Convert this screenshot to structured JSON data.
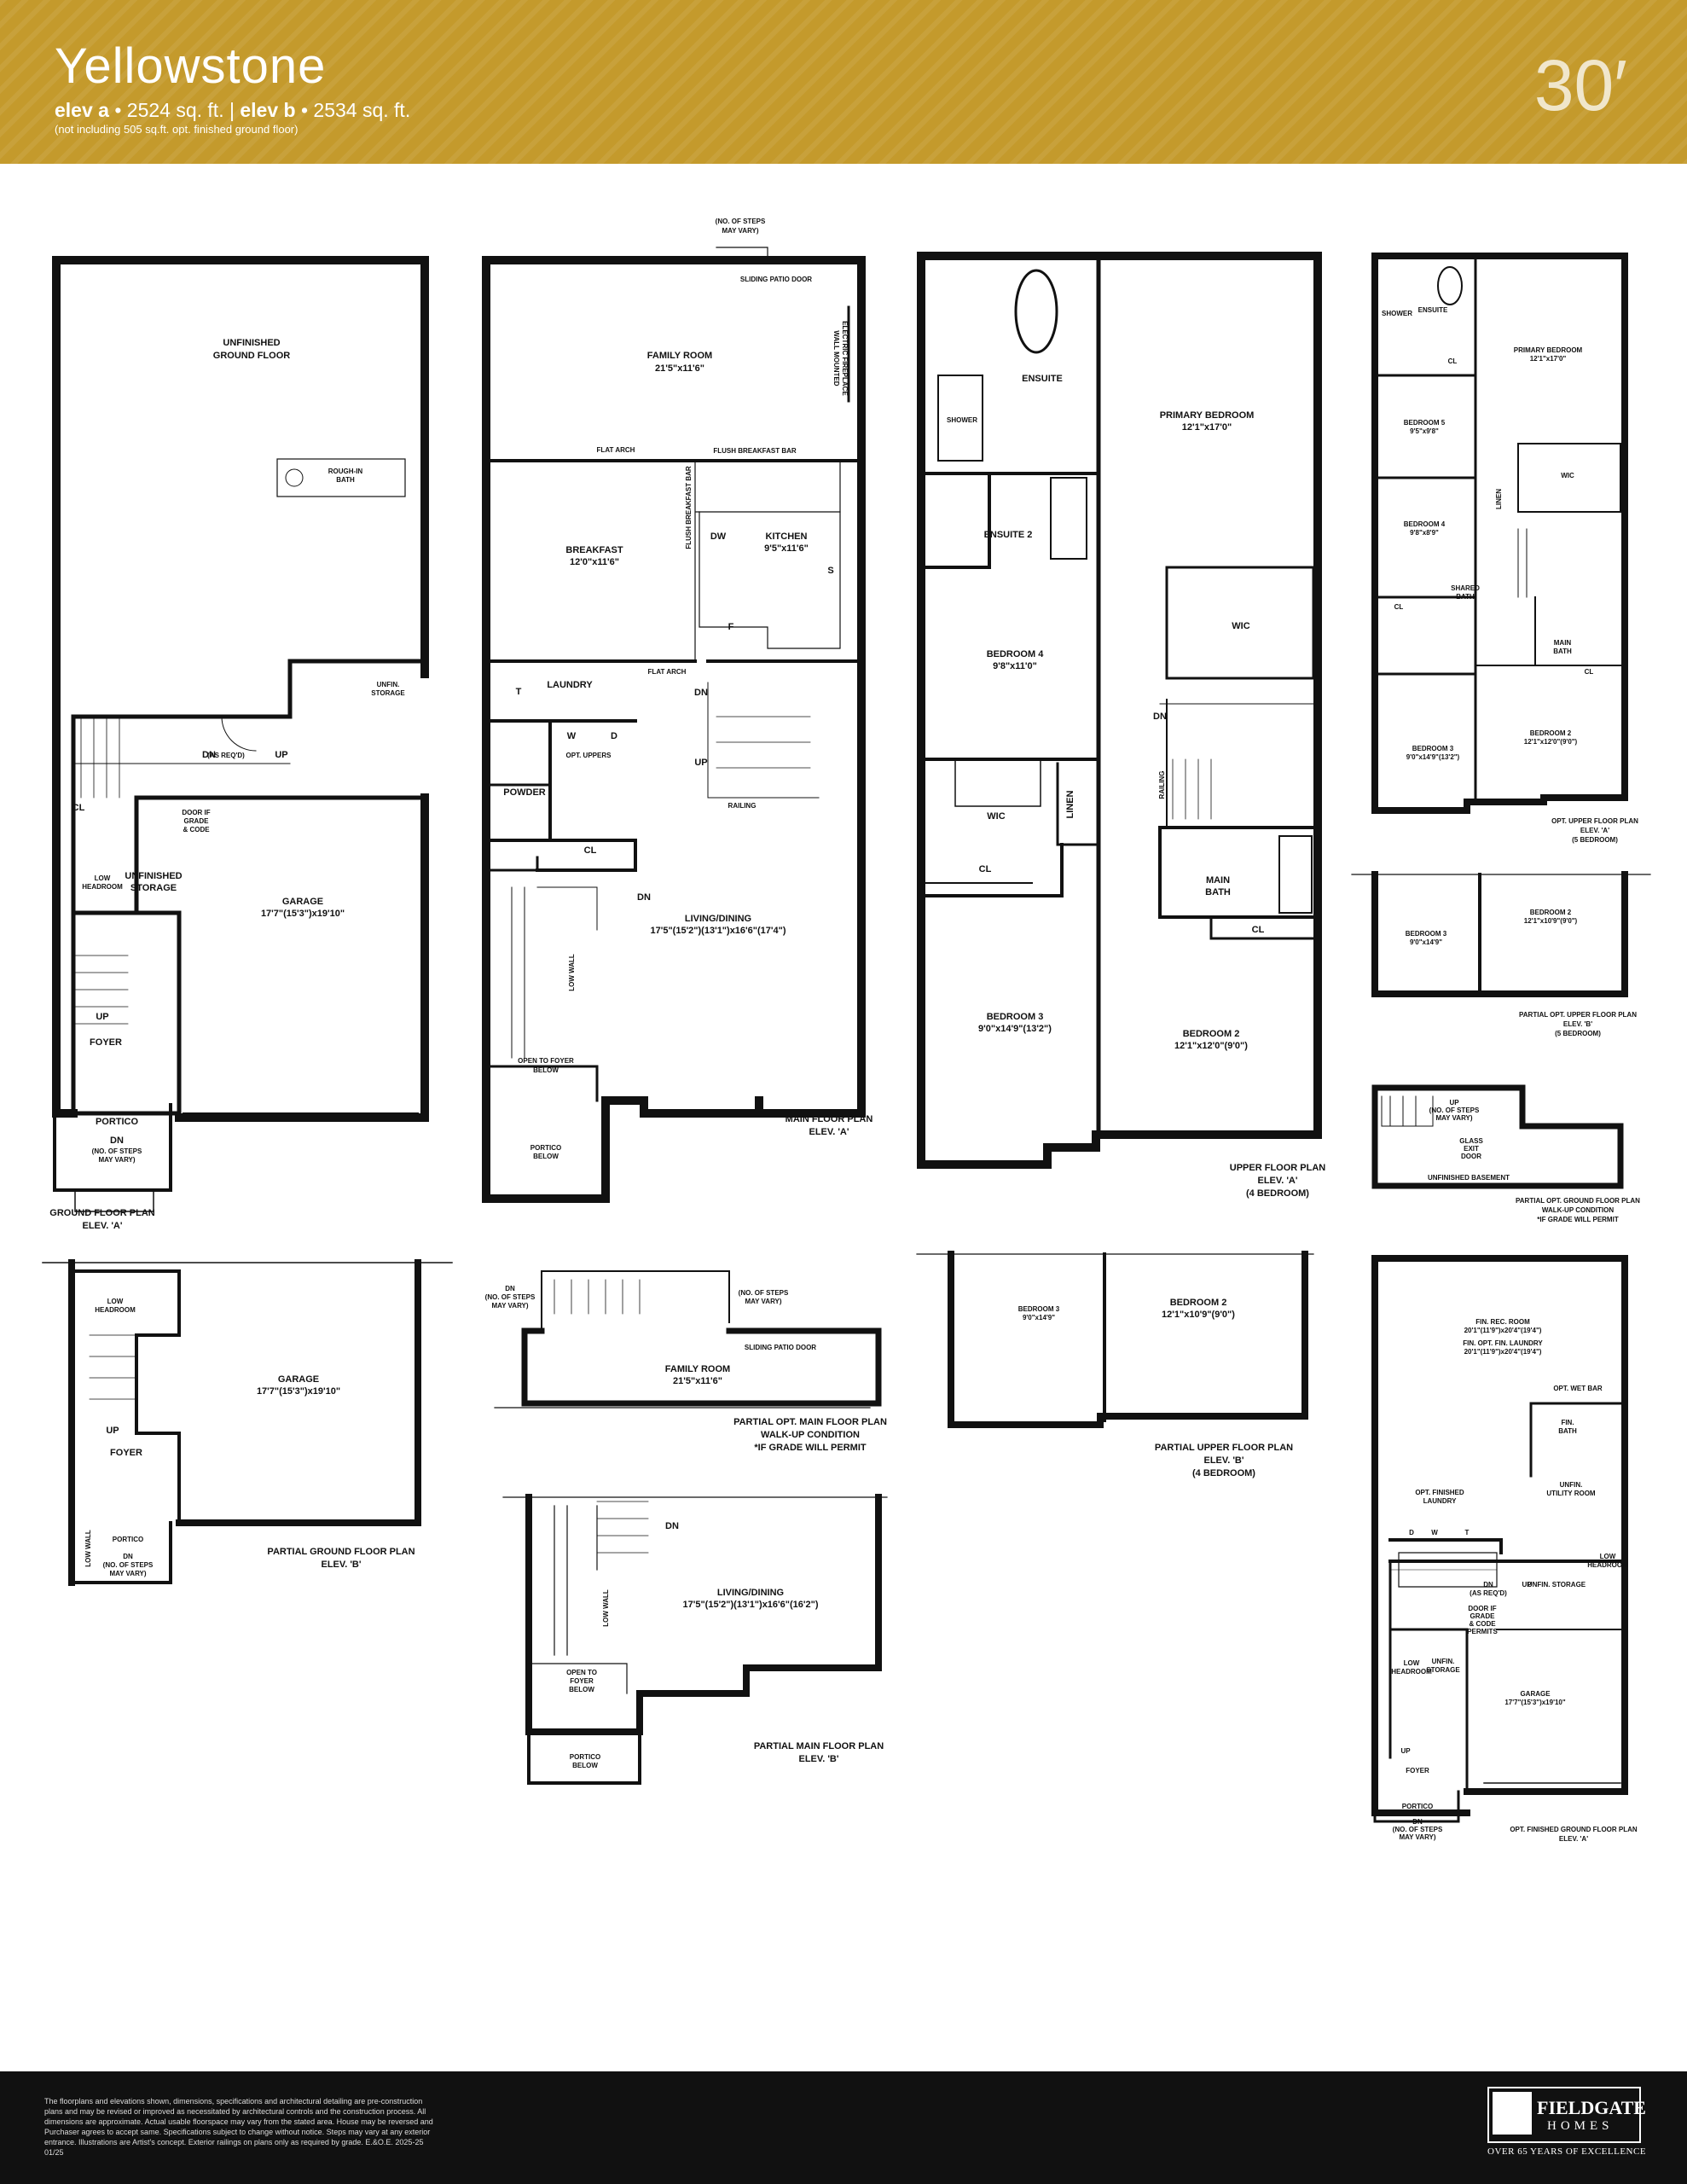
{
  "header": {
    "title": "Yellowstone",
    "elev_a_label": "elev a",
    "elev_a_area": " • 2524 sq. ft. ",
    "separator": "|",
    "elev_b_label": " elev b",
    "elev_b_area": " • 2534 sq. ft.",
    "note": "(not including 505 sq.ft. opt. finished ground floor)",
    "lot_width": "30′"
  },
  "plans": {
    "ground_a": {
      "caption": [
        "GROUND FLOOR PLAN",
        "ELEV. 'A'"
      ],
      "rooms": {
        "unfinished": [
          "UNFINISHED",
          "GROUND FLOOR"
        ],
        "rough_in": [
          "ROUGH-IN",
          "BATH"
        ],
        "unfin_storage_small": [
          "UNFIN.",
          "STORAGE"
        ],
        "dn": "DN",
        "as_reqd": "(AS REQ'D)",
        "up": "UP",
        "cl": "CL",
        "door_grade": [
          "DOOR IF",
          "GRADE",
          "& CODE"
        ],
        "low_headroom": [
          "LOW",
          "HEADROOM"
        ],
        "unfin_storage": [
          "UNFINISHED",
          "STORAGE"
        ],
        "garage": [
          "GARAGE",
          "17'7\"(15'3\")x19'10\""
        ],
        "up2": "UP",
        "foyer": "FOYER",
        "portico": "PORTICO",
        "dn2": [
          "DN",
          "(NO. OF STEPS",
          "MAY VARY)"
        ]
      }
    },
    "main_a": {
      "caption": [
        "MAIN FLOOR PLAN",
        "ELEV. 'A'"
      ],
      "rooms": {
        "steps": [
          "(NO. OF STEPS",
          "MAY VARY)"
        ],
        "sliding": "SLIDING PATIO DOOR",
        "family": [
          "FAMILY ROOM",
          "21'5\"x11'6\""
        ],
        "fireplace": [
          "WALL MOUNTED",
          "ELECTRIC FIREPLACE"
        ],
        "flat_arch": "FLAT ARCH",
        "flush_bar": "FLUSH BREAKFAST BAR",
        "flush_bar_v": "FLUSH BREAKFAST BAR",
        "breakfast": [
          "BREAKFAST",
          "12'0\"x11'6\""
        ],
        "dw": "DW",
        "kitchen": [
          "KITCHEN",
          "9'5\"x11'6\""
        ],
        "s": "S",
        "f": "F",
        "t": "T",
        "laundry": "LAUNDRY",
        "flat_arch2": "FLAT ARCH",
        "w": "W",
        "d": "D",
        "opt_uppers": "OPT. UPPERS",
        "dn": "DN",
        "up": "UP",
        "powder": "POWDER",
        "cl": "CL",
        "railing": "RAILING",
        "dn2": "DN",
        "living": [
          "LIVING/DINING",
          "17'5\"(15'2\")(13'1\")x16'6\"(17'4\")"
        ],
        "low_wall": "LOW WALL",
        "open_foyer": [
          "OPEN TO FOYER",
          "BELOW"
        ],
        "portico_below": [
          "PORTICO",
          "BELOW"
        ]
      }
    },
    "upper_a": {
      "caption": [
        "UPPER FLOOR PLAN",
        "ELEV. 'A'",
        "(4 BEDROOM)"
      ],
      "rooms": {
        "ensuite": "ENSUITE",
        "shower": "SHOWER",
        "primary": [
          "PRIMARY BEDROOM",
          "12'1\"x17'0\""
        ],
        "ensuite2": "ENSUITE 2",
        "wic": "WIC",
        "bedroom4": [
          "BEDROOM 4",
          "9'8\"x11'0\""
        ],
        "dn": "DN",
        "railing": "RAILING",
        "wic2": "WIC",
        "linen": "LINEN",
        "cl": "CL",
        "main_bath": [
          "MAIN",
          "BATH"
        ],
        "cl2": "CL",
        "bedroom3": [
          "BEDROOM 3",
          "9'0\"x14'9\"(13'2\")"
        ],
        "bedroom2": [
          "BEDROOM 2",
          "12'1\"x12'0\"(9'0\")"
        ]
      }
    },
    "opt_upper_5": {
      "caption": [
        "OPT. UPPER FLOOR PLAN",
        "ELEV. 'A'",
        "(5 BEDROOM)"
      ],
      "rooms": {
        "ensuite": "ENSUITE",
        "shower": "SHOWER",
        "primary": [
          "PRIMARY BEDROOM",
          "12'1\"x17'0\""
        ],
        "cl": "CL",
        "bedroom5": [
          "BEDROOM 5",
          "9'5\"x9'8\""
        ],
        "wic": "WIC",
        "linen": "LINEN",
        "bedroom4": [
          "BEDROOM 4",
          "9'8\"x8'9\""
        ],
        "cl2": "CL",
        "shared_bath": [
          "SHARED",
          "BATH"
        ],
        "main_bath": [
          "MAIN",
          "BATH"
        ],
        "cl3": "CL",
        "bedroom3": [
          "BEDROOM 3",
          "9'0\"x14'9\"(13'2\")"
        ],
        "bedroom2": [
          "BEDROOM 2",
          "12'1\"x12'0\"(9'0\")"
        ]
      }
    },
    "partial_opt_upper_b5": {
      "caption": [
        "PARTIAL OPT. UPPER FLOOR PLAN",
        "ELEV. 'B'",
        "(5 BEDROOM)"
      ],
      "rooms": {
        "bedroom3": [
          "BEDROOM 3",
          "9'0\"x14'9\""
        ],
        "bedroom2": [
          "BEDROOM 2",
          "12'1\"x10'9\"(9'0\")"
        ]
      }
    },
    "partial_opt_ground_walkup": {
      "caption": [
        "PARTIAL OPT. GROUND FLOOR PLAN",
        "WALK-UP CONDITION",
        "*IF GRADE WILL PERMIT"
      ],
      "rooms": {
        "up": [
          "UP",
          "(NO. OF STEPS",
          "MAY VARY)"
        ],
        "door": [
          "GLASS",
          "EXIT",
          "DOOR"
        ],
        "basement": "UNFINISHED BASEMENT"
      }
    },
    "partial_ground_b": {
      "caption": [
        "PARTIAL GROUND FLOOR PLAN",
        "ELEV. 'B'"
      ],
      "rooms": {
        "low_headroom": [
          "LOW",
          "HEADROOM"
        ],
        "garage": [
          "GARAGE",
          "17'7\"(15'3\")x19'10\""
        ],
        "up": "UP",
        "foyer": "FOYER",
        "low_wall": "LOW WALL",
        "portico": "PORTICO",
        "dn": [
          "DN",
          "(NO. OF STEPS",
          "MAY VARY)"
        ]
      }
    },
    "partial_opt_main_walkup": {
      "caption": [
        "PARTIAL OPT. MAIN FLOOR PLAN",
        "WALK-UP CONDITION",
        "*IF GRADE WILL PERMIT"
      ],
      "rooms": {
        "dn": [
          "DN",
          "(NO. OF STEPS",
          "MAY VARY)"
        ],
        "steps": [
          "(NO. OF STEPS",
          "MAY VARY)"
        ],
        "sliding": "SLIDING PATIO DOOR",
        "family": [
          "FAMILY ROOM",
          "21'5\"x11'6\""
        ]
      }
    },
    "partial_upper_b4": {
      "caption": [
        "PARTIAL UPPER FLOOR PLAN",
        "ELEV. 'B'",
        "(4 BEDROOM)"
      ],
      "rooms": {
        "bedroom3": [
          "BEDROOM 3",
          "9'0\"x14'9\""
        ],
        "bedroom2": [
          "BEDROOM 2",
          "12'1\"x10'9\"(9'0\")"
        ]
      }
    },
    "partial_main_b": {
      "caption": [
        "PARTIAL MAIN FLOOR PLAN",
        "ELEV. 'B'"
      ],
      "rooms": {
        "dn": "DN",
        "low_wall": "LOW WALL",
        "living": [
          "LIVING/DINING",
          "17'5\"(15'2\")(13'1\")x16'6\"(16'2\")"
        ],
        "open_foyer": [
          "OPEN TO",
          "FOYER",
          "BELOW"
        ],
        "portico_below": [
          "PORTICO",
          "BELOW"
        ]
      }
    },
    "opt_finished_ground": {
      "caption": [
        "OPT. FINISHED GROUND FLOOR PLAN",
        "ELEV. 'A'"
      ],
      "rooms": {
        "rec": [
          "FIN. REC. ROOM",
          "20'1\"(11'9\")x20'4\"(19'4\")"
        ],
        "rec_laundry": [
          "FIN. OPT. FIN. LAUNDRY",
          "20'1\"(11'9\")x20'4\"(19'4\")"
        ],
        "wet_bar": "OPT. WET BAR",
        "fin_bath": [
          "FIN.",
          "BATH"
        ],
        "opt_finished_laundry": [
          "OPT. FINISHED",
          "LAUNDRY"
        ],
        "utility": [
          "UNFIN.",
          "UTILITY ROOM"
        ],
        "d": "D",
        "w": "W",
        "t": "T",
        "low_headroom": [
          "LOW",
          "HEADROOM"
        ],
        "dn": [
          "DN",
          "(AS REQ'D)"
        ],
        "up": "UP",
        "unfin_storage_small": "UNFIN. STORAGE",
        "door_grade": [
          "DOOR IF",
          "GRADE",
          "& CODE",
          "PERMITS"
        ],
        "low_headroom2": [
          "LOW",
          "HEADROOM"
        ],
        "unfin_storage": [
          "UNFIN.",
          "STORAGE"
        ],
        "garage": [
          "GARAGE",
          "17'7\"(15'3\")x19'10\""
        ],
        "up2": "UP",
        "foyer": "FOYER",
        "portico": "PORTICO",
        "dn2": [
          "DN",
          "(NO. OF STEPS",
          "MAY VARY)"
        ]
      }
    }
  },
  "footer": {
    "disclaimer": "The floorplans and elevations shown, dimensions, specifications and architectural detailing are pre-construction plans and may be revised or improved as necessitated by architectural controls and the construction process. All dimensions are approximate. Actual usable floorspace may vary from the stated area. House may be reversed and Purchaser agrees to accept same. Specifications subject to change without notice. Steps may vary at any exterior entrance. Illustrations are Artist's concept. Exterior railings on plans only as required by grade. E.&O.E. 2025-25 01/25",
    "logo_name": "FIELDGATE",
    "logo_sub": "HOMES",
    "tagline": "OVER 65 YEARS OF EXCELLENCE"
  }
}
